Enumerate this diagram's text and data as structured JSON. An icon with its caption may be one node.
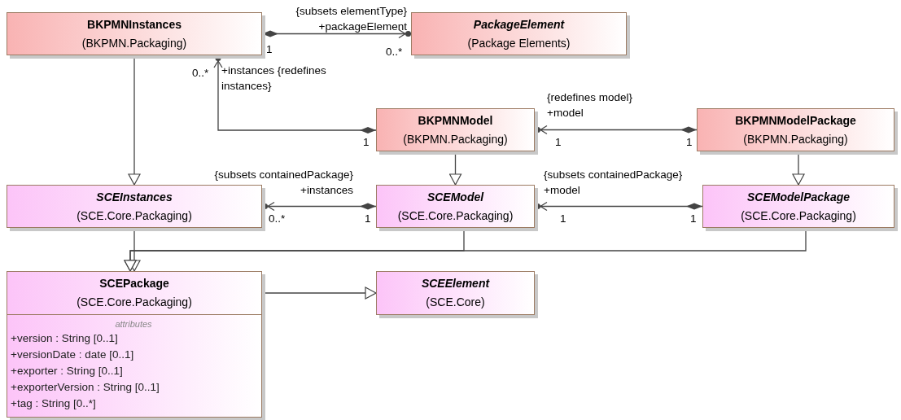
{
  "diagram": {
    "nodes": [
      {
        "text": [
          "BKPMNInstances",
          "(BKPMN.Packaging)"
        ]
      },
      {
        "text": [
          "PackageElement",
          "(Package Elements)"
        ]
      },
      {
        "text": [
          "BKPMNModel",
          "(BKPMN.Packaging)"
        ]
      },
      {
        "text": [
          "BKPMNModelPackage",
          "(BKPMN.Packaging)"
        ]
      },
      {
        "text": [
          "SCEInstances",
          "(SCE.Core.Packaging)"
        ]
      },
      {
        "text": [
          "SCEModel",
          "(SCE.Core.Packaging)"
        ]
      },
      {
        "text": [
          "SCEModelPackage",
          "(SCE.Core.Packaging)"
        ]
      },
      {
        "text": [
          "SCEPackage",
          "(SCE.Core.Packaging)",
          "attributes",
          "+version : String [0..1]",
          "+versionDate : date [0..1]",
          "+exporter : String [0..1]",
          "+exporterVersion : String [0..1]",
          "+tag : String [0..*]"
        ]
      },
      {
        "text": [
          "SCEElement",
          "(SCE.Core)"
        ]
      }
    ],
    "edges": [
      {
        "from": 0,
        "to": 1,
        "arrow": "to",
        "label": "{subsets elementType} +packageElement"
      },
      {
        "from": 2,
        "to": 0,
        "arrow": "to",
        "label": "+instances {redefines instances}"
      },
      {
        "from": 3,
        "to": 2,
        "arrow": "to",
        "label": "{redefines model} +model"
      },
      {
        "from": 5,
        "to": 4,
        "arrow": "to",
        "label": "{subsets containedPackage} +instances"
      },
      {
        "from": 6,
        "to": 5,
        "arrow": "to",
        "label": "{subsets containedPackage} +model"
      },
      {
        "from": 0,
        "to": 4,
        "arrow": "to"
      },
      {
        "from": 2,
        "to": 5,
        "arrow": "to"
      },
      {
        "from": 3,
        "to": 6,
        "arrow": "to"
      },
      {
        "from": 4,
        "to": 7,
        "arrow": "to"
      },
      {
        "from": 5,
        "to": 7,
        "arrow": "to"
      },
      {
        "from": 6,
        "to": 7,
        "arrow": "to"
      },
      {
        "from": 7,
        "to": 8,
        "arrow": "to"
      }
    ],
    "labels": [
      "1",
      "0..*",
      "0..*",
      "1",
      "1",
      "1",
      "0..*",
      "1",
      "1",
      "1"
    ]
  }
}
